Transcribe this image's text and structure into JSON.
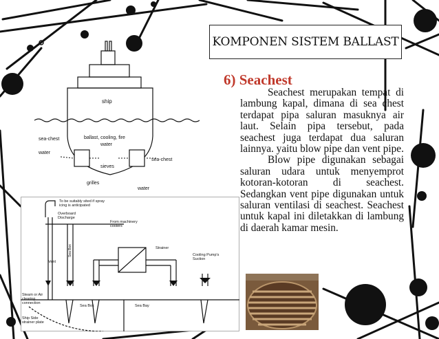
{
  "slide": {
    "title": "KOMPONEN SISTEM BALLAST",
    "heading": "6) Seachest",
    "paragraphs": [
      "Seachest merupakan tempat di lambung kapal, dimana di sea chest terdapat pipa saluran masuknya air laut. Selain pipa tersebut, pada seachest juga terdapat dua saluran lainnya. yaitu blow pipe dan vent pipe.",
      "Blow pipe digunakan sebagai saluran udara untuk menyemprot kotoran-kotoran di seachest. Sedangkan vent pipe digunakan untuk saluran ventilasi di seachest. Seachest untuk kapal ini diletakkan di lambung di daerah kamar mesin."
    ]
  },
  "ship_diagram": {
    "labels": {
      "ship": "ship",
      "sea_chest_left": "sea-chest",
      "sea_chest_right": "sea-chest",
      "ballast": "ballast, cooling, fire",
      "ballast2": "water",
      "water_left": "water",
      "water_bottom": "water",
      "sieves": "sieves",
      "grilles": "grilles"
    }
  },
  "schematic": {
    "labels": {
      "spray1": "To be suitably sited if spray",
      "spray2": "icing is anticipated",
      "overboard1": "Overboard",
      "overboard2": "Discharge",
      "machinery1": "From machinery",
      "machinery2": "coolers",
      "strainer": "Strainer",
      "cooling1": "Cooling Pump's",
      "cooling2": "Suction",
      "vent": "Vent",
      "steam1": "Steam or Air",
      "steam2": "clearing",
      "steam3": "connection",
      "side1": "Ship Side",
      "side2": "strainer plate",
      "sea_box": "Sea Box",
      "sea_bay": "Sea Bay",
      "sea_box_vertical": "Sea Box"
    }
  },
  "colors": {
    "heading": "#c0392b",
    "decor": "#111111"
  }
}
